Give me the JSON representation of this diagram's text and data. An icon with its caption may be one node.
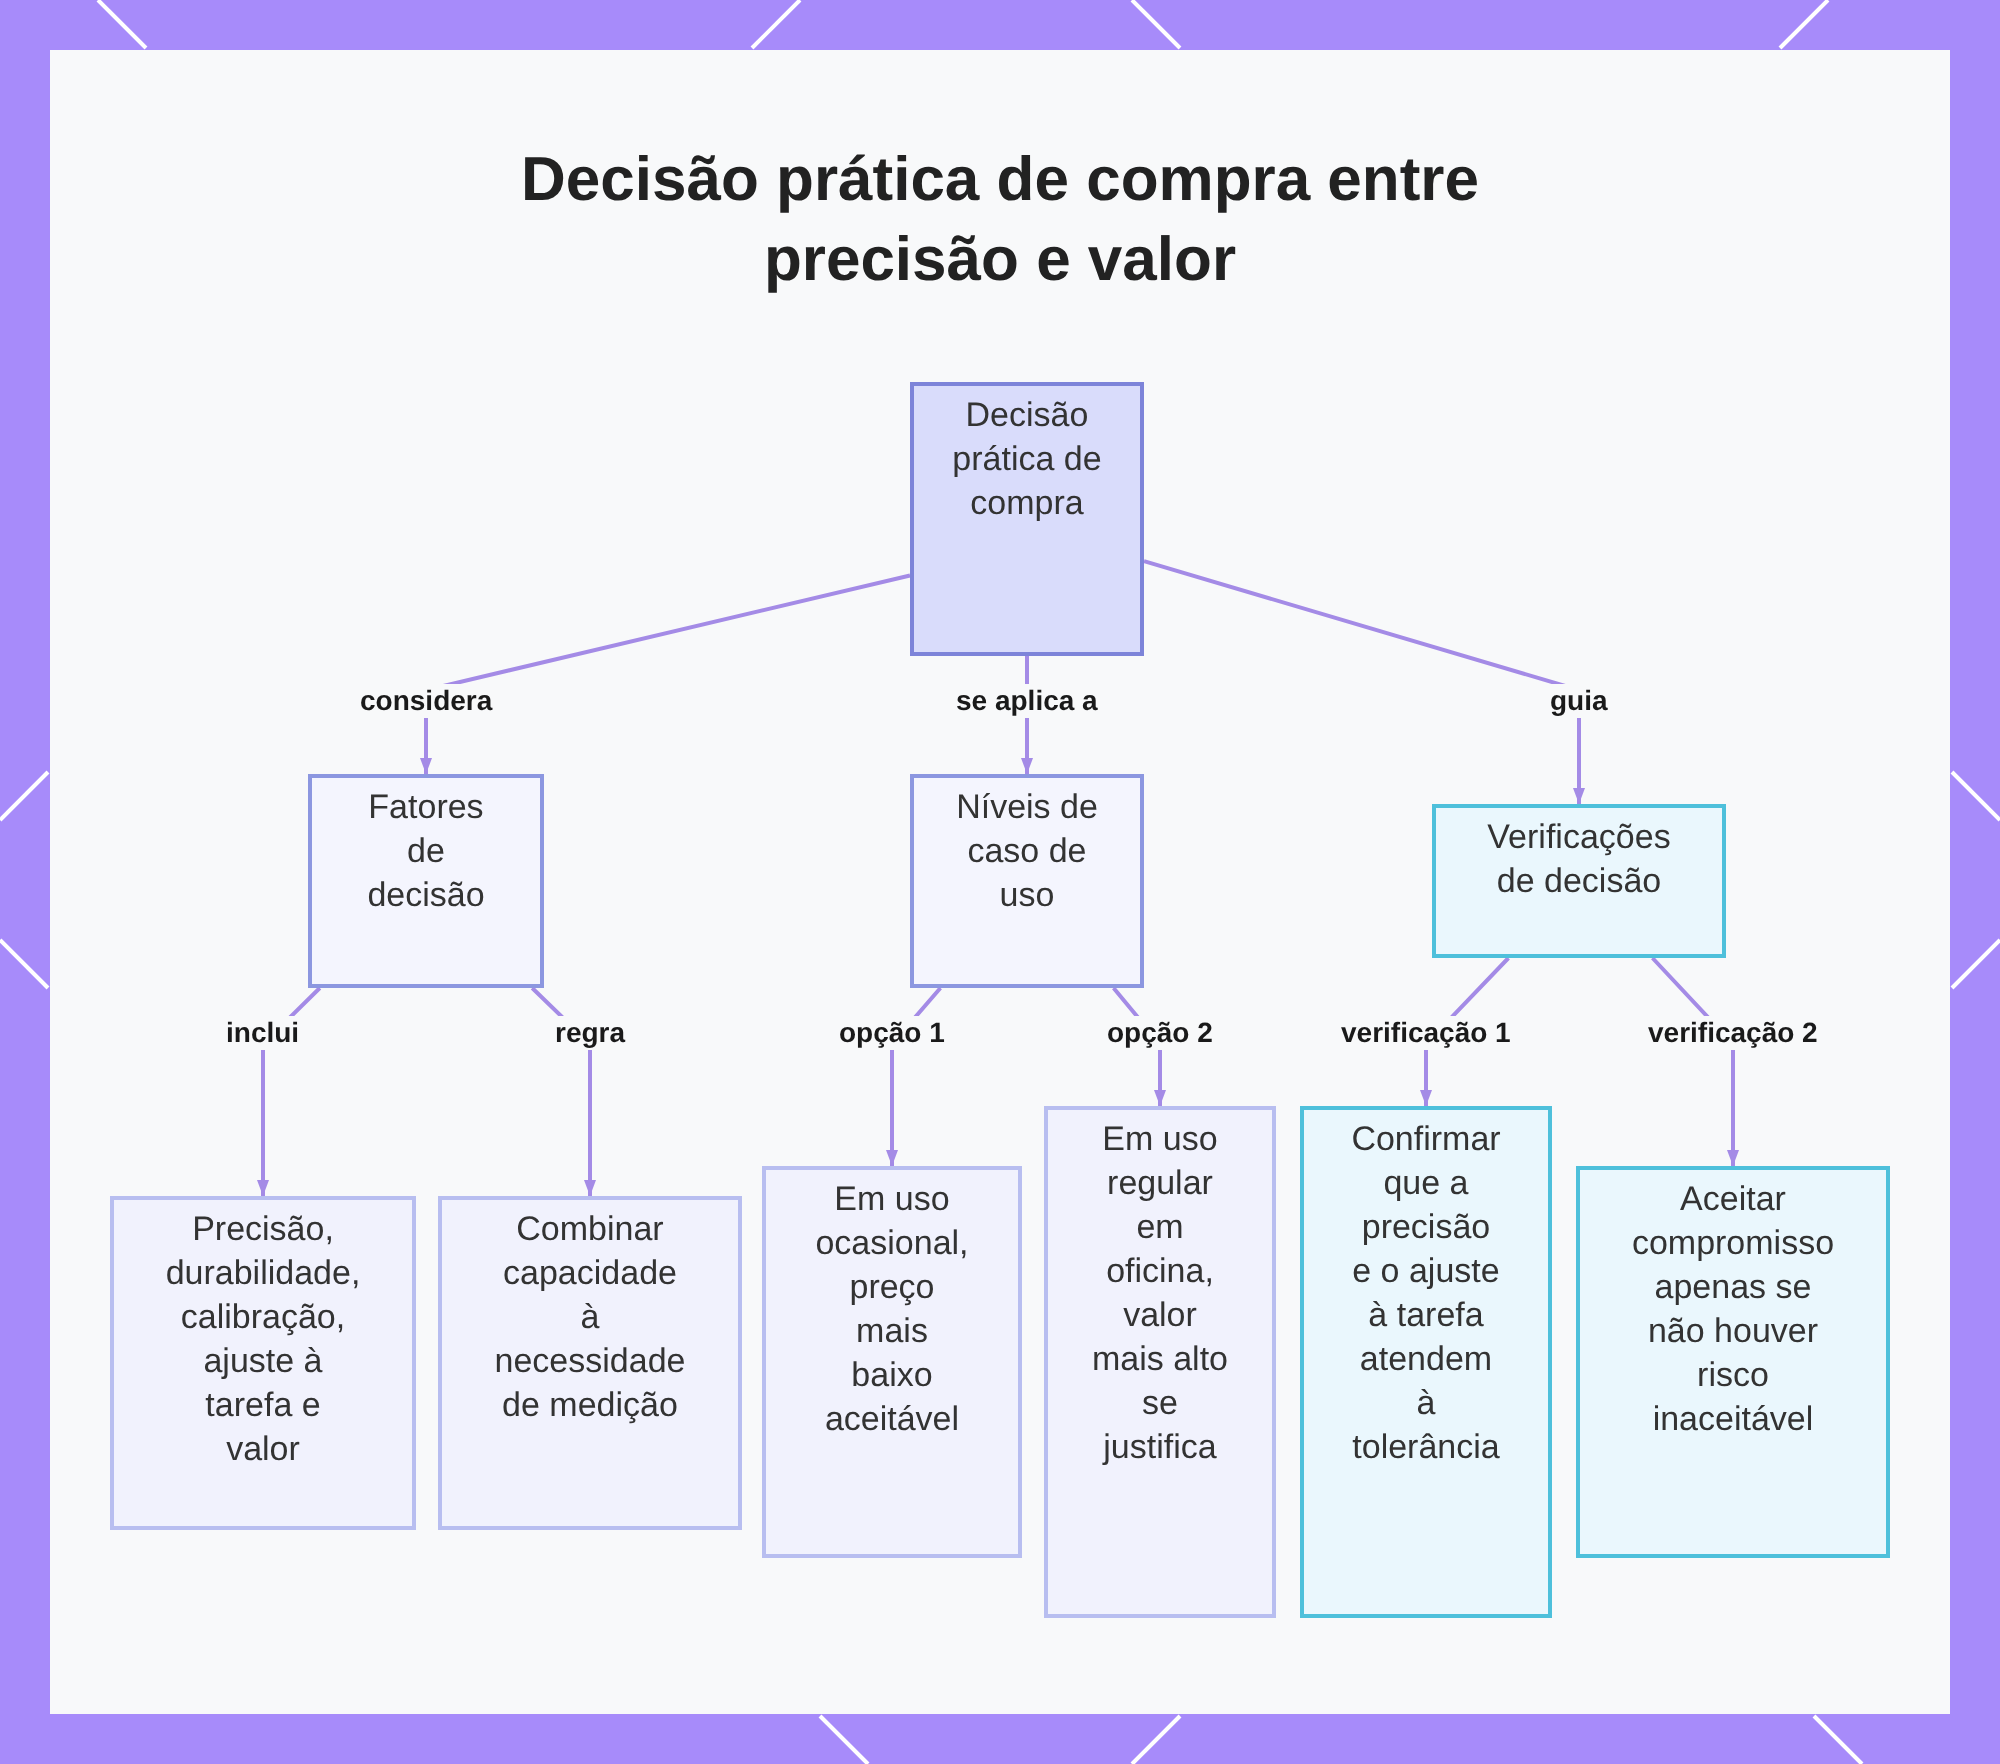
{
  "diagram": {
    "title": "Decisão prática de compra entre precisão e valor",
    "nodes": [
      {
        "text": [
          "Decisão prática de compra"
        ]
      },
      {
        "text": [
          "Fatores de decisão"
        ]
      },
      {
        "text": [
          "Níveis de caso de uso"
        ]
      },
      {
        "text": [
          "Verificações de decisão"
        ]
      },
      {
        "text": [
          "Precisão, durabilidade, calibração, ajuste à tarefa e valor"
        ]
      },
      {
        "text": [
          "Combinar capacidade à necessidade de medição"
        ]
      },
      {
        "text": [
          "Em uso ocasional, preço mais baixo aceitável"
        ]
      },
      {
        "text": [
          "Em uso regular em oficina, valor mais alto se justifica"
        ]
      },
      {
        "text": [
          "Confirmar que a precisão e o ajuste à tarefa atendem à tolerância"
        ]
      },
      {
        "text": [
          "Aceitar compromisso apenas se não houver risco inaceitável"
        ]
      }
    ],
    "edges": [
      {
        "from": 0,
        "to": 1,
        "label": "considera",
        "arrow": "to"
      },
      {
        "from": 0,
        "to": 2,
        "label": "se aplica a",
        "arrow": "to"
      },
      {
        "from": 0,
        "to": 3,
        "label": "guia",
        "arrow": "to"
      },
      {
        "from": 1,
        "to": 4,
        "label": "inclui",
        "arrow": "to"
      },
      {
        "from": 1,
        "to": 5,
        "label": "regra",
        "arrow": "to"
      },
      {
        "from": 2,
        "to": 6,
        "label": "opção 1",
        "arrow": "to"
      },
      {
        "from": 2,
        "to": 7,
        "label": "opção 2",
        "arrow": "to"
      },
      {
        "from": 3,
        "to": 8,
        "label": "verificação 1",
        "arrow": "to"
      },
      {
        "from": 3,
        "to": 9,
        "label": "verificação 2",
        "arrow": "to"
      }
    ]
  }
}
